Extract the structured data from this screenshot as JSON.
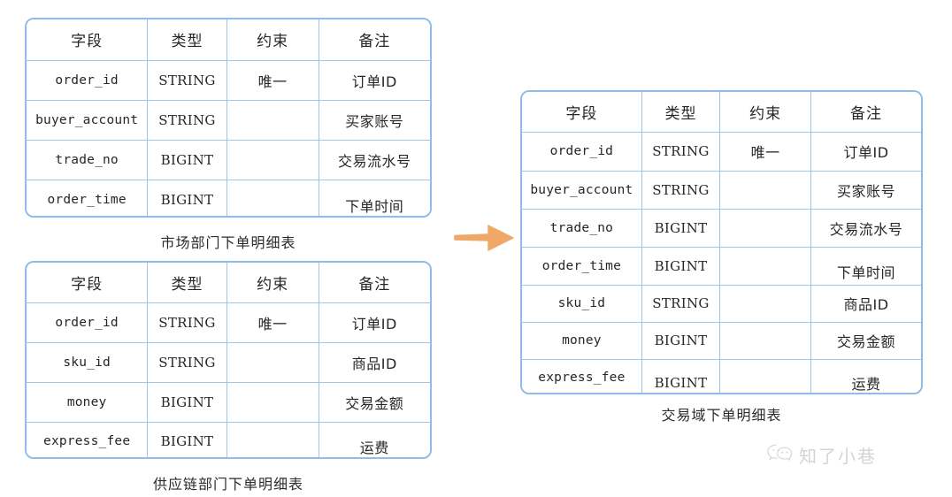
{
  "page": {
    "background": "#ffffff",
    "border_color": "#8fbce8",
    "arrow_color": "#f0a868"
  },
  "columns": [
    "字段",
    "类型",
    "约束",
    "备注"
  ],
  "tables": [
    {
      "id": "market-order-detail",
      "caption": "市场部门下单明细表",
      "rows": [
        {
          "field": "order_id",
          "type": "STRING",
          "constraint": "唯一",
          "note": "订单ID"
        },
        {
          "field": "buyer_account",
          "type": "STRING",
          "constraint": "",
          "note": "买家账号"
        },
        {
          "field": "trade_no",
          "type": "BIGINT",
          "constraint": "",
          "note": "交易流水号"
        },
        {
          "field": "order_time",
          "type": "BIGINT",
          "constraint": "",
          "note": "下单时间"
        }
      ]
    },
    {
      "id": "supply-chain-order-detail",
      "caption": "供应链部门下单明细表",
      "rows": [
        {
          "field": "order_id",
          "type": "STRING",
          "constraint": "唯一",
          "note": "订单ID"
        },
        {
          "field": "sku_id",
          "type": "STRING",
          "constraint": "",
          "note": "商品ID"
        },
        {
          "field": "money",
          "type": "BIGINT",
          "constraint": "",
          "note": "交易金额"
        },
        {
          "field": "express_fee",
          "type": "BIGINT",
          "constraint": "",
          "note": "运费"
        }
      ]
    },
    {
      "id": "trade-domain-order-detail",
      "caption": "交易域下单明细表",
      "rows": [
        {
          "field": "order_id",
          "type": "STRING",
          "constraint": "唯一",
          "note": "订单ID"
        },
        {
          "field": "buyer_account",
          "type": "STRING",
          "constraint": "",
          "note": "买家账号"
        },
        {
          "field": "trade_no",
          "type": "BIGINT",
          "constraint": "",
          "note": "交易流水号"
        },
        {
          "field": "order_time",
          "type": "BIGINT",
          "constraint": "",
          "note": "下单时间"
        },
        {
          "field": "sku_id",
          "type": "STRING",
          "constraint": "",
          "note": "商品ID"
        },
        {
          "field": "money",
          "type": "BIGINT",
          "constraint": "",
          "note": "交易金额"
        },
        {
          "field": "express_fee",
          "type": "BIGINT",
          "constraint": "",
          "note": "运费"
        }
      ]
    }
  ],
  "arrow": {
    "name": "merge-arrow",
    "direction": "right"
  },
  "watermark": {
    "text": "知了小巷",
    "icon": "wechat-icon"
  }
}
